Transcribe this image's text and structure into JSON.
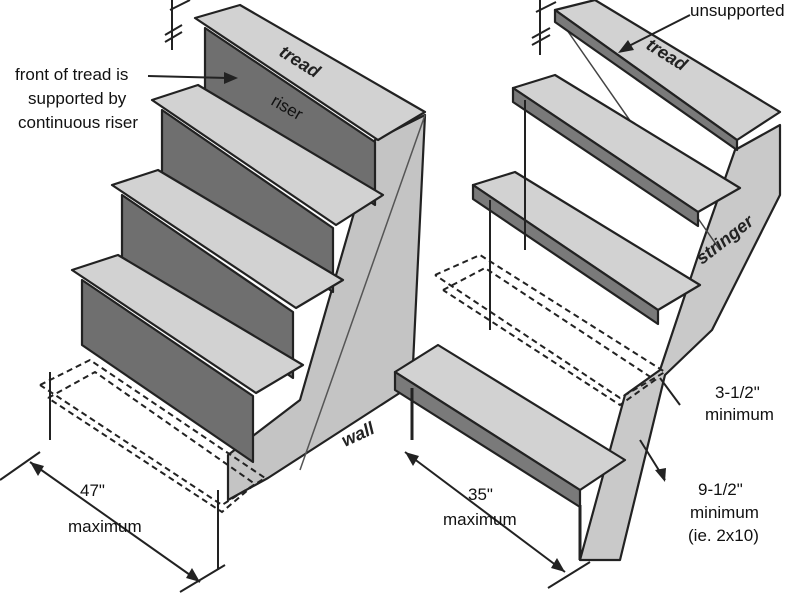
{
  "left_stair": {
    "callout": [
      "front of tread is",
      "supported by",
      "continuous riser"
    ],
    "tread": "tread",
    "riser": "riser",
    "wall": "wall",
    "width_value": "47\"",
    "width_limit": "maximum"
  },
  "right_stair": {
    "callout_top": "unsupported",
    "tread": "tread",
    "stringer": "stringer",
    "width_value": "35\"",
    "width_limit": "maximum",
    "stringer_depth_value": "3-1/2\"",
    "stringer_depth_limit": "minimum",
    "stringer_size_value": "9-1/2\"",
    "stringer_size_limit": "minimum",
    "stringer_size_example": "(ie. 2x10)"
  },
  "colors": {
    "tread_top": "#d2d2d2",
    "riser": "#6f6f6f",
    "edge": "#2a2a2a",
    "wall": "#c4c4c4",
    "stringer": "#c9c9c9",
    "background": "#ffffff"
  }
}
